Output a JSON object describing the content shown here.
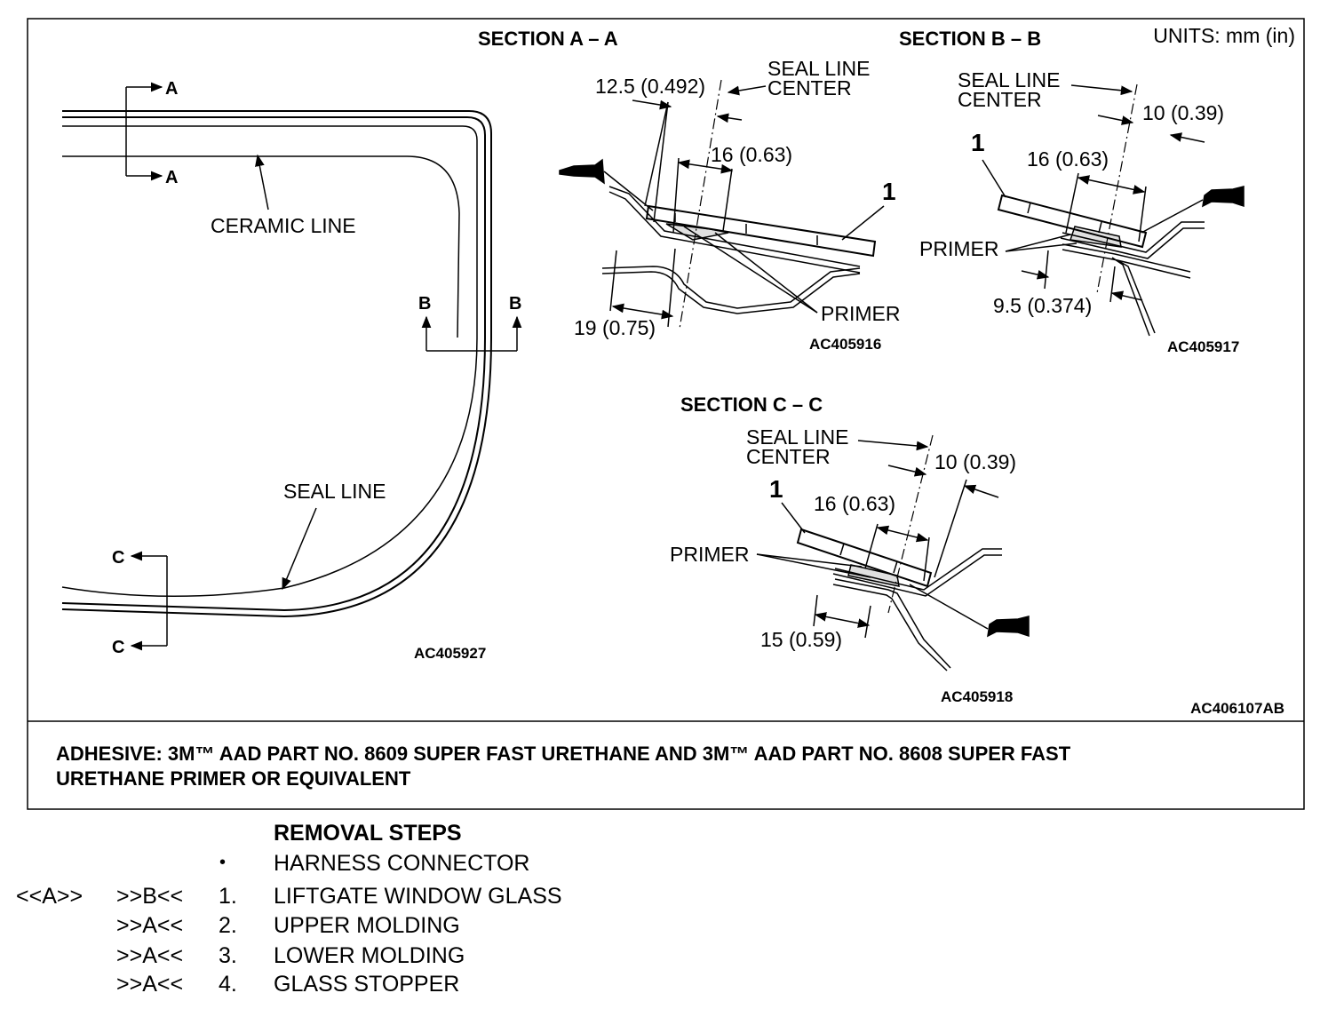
{
  "units": "UNITS: mm (in)",
  "figure_code": "AC406107AB",
  "main_view": {
    "code": "AC405927",
    "ceramic_line": "CERAMIC LINE",
    "seal_line": "SEAL LINE",
    "marks": {
      "a1": "A",
      "a2": "A",
      "b1": "B",
      "b2": "B",
      "c1": "C",
      "c2": "C"
    }
  },
  "section_a": {
    "title": "SECTION A – A",
    "code": "AC405916",
    "seal_line_center_1": "SEAL LINE",
    "seal_line_center_2": "CENTER",
    "dim_top": "12.5 (0.492)",
    "dim_mid": "16 (0.63)",
    "dim_bottom": "19 (0.75)",
    "primer": "PRIMER",
    "item": "1"
  },
  "section_b": {
    "title": "SECTION B – B",
    "code": "AC405917",
    "seal_line_center_1": "SEAL LINE",
    "seal_line_center_2": "CENTER",
    "dim_top": "10 (0.39)",
    "dim_mid": "16 (0.63)",
    "dim_bottom": "9.5 (0.374)",
    "primer": "PRIMER",
    "item": "1"
  },
  "section_c": {
    "title": "SECTION C – C",
    "code": "AC405918",
    "seal_line_center_1": "SEAL LINE",
    "seal_line_center_2": "CENTER",
    "dim_top": "10 (0.39)",
    "dim_mid": "16 (0.63)",
    "dim_bottom": "15 (0.59)",
    "primer": "PRIMER",
    "item": "1"
  },
  "adhesive_note": {
    "line1": "ADHESIVE: 3M™ AAD PART NO. 8609 SUPER FAST URETHANE AND 3M™ AAD PART NO. 8608 SUPER FAST",
    "line2": "URETHANE PRIMER OR EQUIVALENT"
  },
  "removal": {
    "heading": "REMOVAL STEPS",
    "bullet": "•",
    "steps": [
      {
        "install": "",
        "remove": "",
        "num": "",
        "label": "HARNESS CONNECTOR"
      },
      {
        "install": "<<A>>",
        "remove": ">>B<<",
        "num": "1.",
        "label": "LIFTGATE WINDOW GLASS"
      },
      {
        "install": "",
        "remove": ">>A<<",
        "num": "2.",
        "label": "UPPER MOLDING"
      },
      {
        "install": "",
        "remove": ">>A<<",
        "num": "3.",
        "label": "LOWER MOLDING"
      },
      {
        "install": "",
        "remove": ">>A<<",
        "num": "4.",
        "label": "GLASS STOPPER"
      }
    ]
  }
}
